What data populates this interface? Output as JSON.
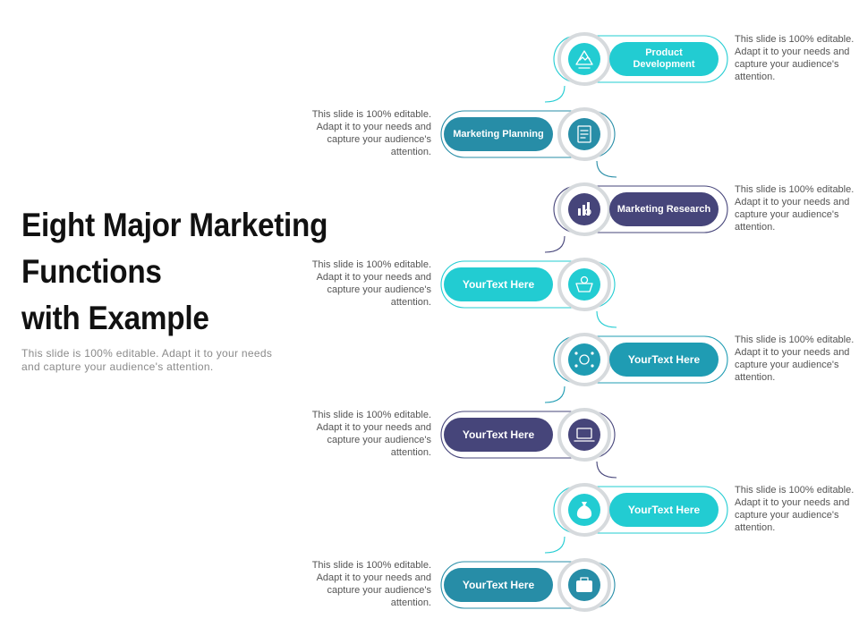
{
  "title_lines": [
    "Eight Major Marketing",
    "Functions",
    "with Example"
  ],
  "subtitle": "This slide is 100% editable. Adapt it to your needs and capture your audience's attention.",
  "colors": {
    "teal_light": "#22ccd2",
    "teal": "#1f9cb3",
    "teal_dark": "#278da7",
    "navy": "#46457a"
  },
  "steps": [
    {
      "label": "Product Development",
      "side": "right",
      "color": "#22ccd2",
      "icon": "handshake-hexagon-icon",
      "description": "This slide is 100% editable. Adapt it to your needs and capture your audience's attention."
    },
    {
      "label": "Marketing Planning",
      "side": "left",
      "color": "#278da7",
      "icon": "document-plan-icon",
      "description": "This slide is 100% editable. Adapt it to your needs and capture your audience's attention."
    },
    {
      "label": "Marketing Research",
      "side": "right",
      "color": "#46457a",
      "icon": "research-chart-icon",
      "description": "This slide is 100% editable. Adapt it to your needs and capture your audience's attention."
    },
    {
      "label": "Your\nText Here",
      "side": "left",
      "color": "#22ccd2",
      "icon": "money-basket-icon",
      "description": "This slide is 100% editable. Adapt it to your needs and capture your audience's attention."
    },
    {
      "label": "Your\nText Here",
      "side": "right",
      "color": "#1f9cb3",
      "icon": "money-network-icon",
      "description": "This slide is 100% editable. Adapt it to your needs and capture your audience's attention."
    },
    {
      "label": "Your\nText Here",
      "side": "left",
      "color": "#46457a",
      "icon": "laptop-icon",
      "description": "This slide is 100% editable. Adapt it to your needs and capture your audience's attention."
    },
    {
      "label": "Your\nText Here",
      "side": "right",
      "color": "#22ccd2",
      "icon": "money-bag-icon",
      "description": "This slide is 100% editable. Adapt it to your needs and capture your audience's attention."
    },
    {
      "label": "Your\nText Here",
      "side": "left",
      "color": "#278da7",
      "icon": "briefcase-icon",
      "description": "This slide is 100% editable. Adapt it to your needs and capture your audience's attention."
    }
  ]
}
